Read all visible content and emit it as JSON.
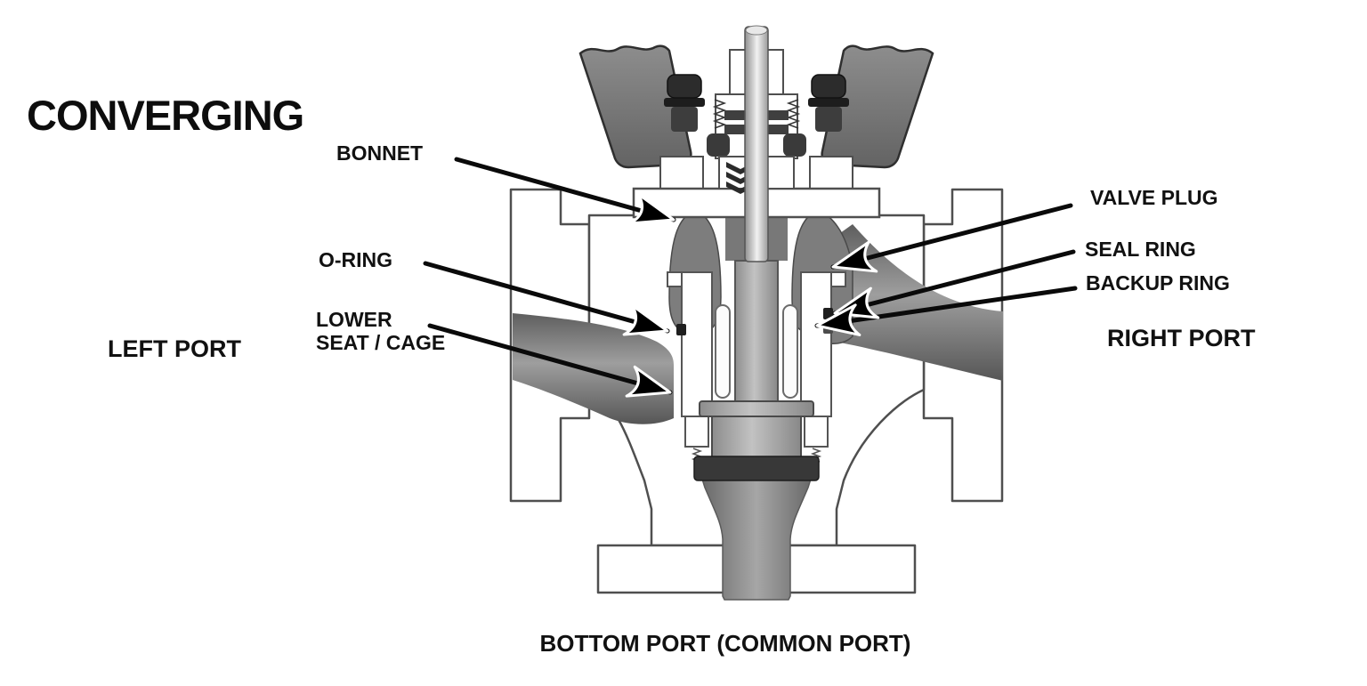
{
  "title": "CONVERGING",
  "labels": {
    "bonnet": "BONNET",
    "o_ring": "O-RING",
    "lower_seat_line1": "LOWER",
    "lower_seat_line2": "SEAT / CAGE",
    "left_port": "LEFT PORT",
    "valve_plug": "VALVE PLUG",
    "seal_ring": "SEAL RING",
    "backup_ring": "BACKUP RING",
    "right_port": "RIGHT PORT",
    "bottom_port": "BOTTOM PORT (COMMON PORT)"
  },
  "colors": {
    "text": "#111111",
    "leader_line": "#0a0a0a",
    "arrowhead_fill": "#000000",
    "arrowhead_outline": "#ffffff",
    "body_outline": "#4f4f4f",
    "body_fill": "#ffffff",
    "flow_passage": "#8c8c8c",
    "yoke": "#7a7a7a",
    "stem": "#c6c6c6",
    "plug": "#b0b0b0",
    "seat_ring": "#383838",
    "background": "#ffffff"
  }
}
